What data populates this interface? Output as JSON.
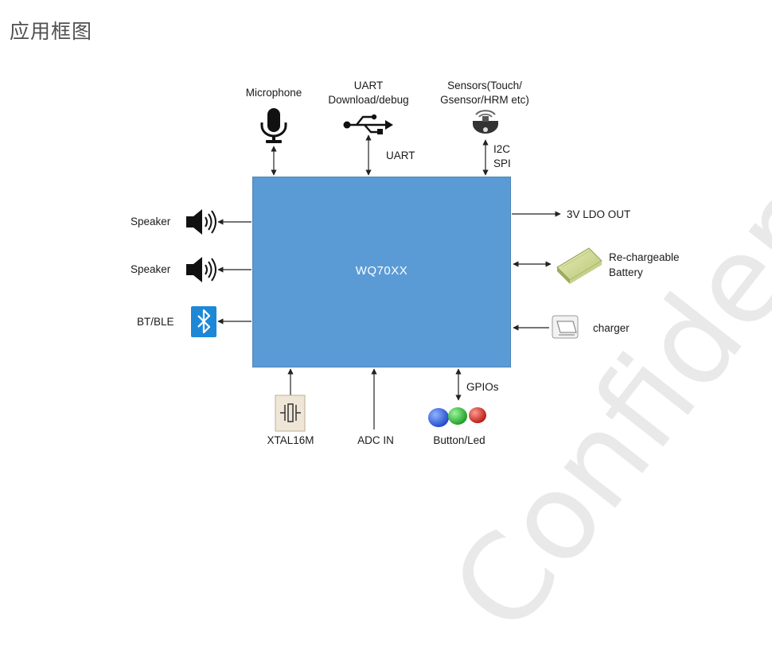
{
  "page_title": "应用框图",
  "chip": {
    "label": "WQ70XX",
    "color": "#5b9bd5"
  },
  "top": {
    "microphone": "Microphone",
    "uart_title_1": "UART",
    "uart_title_2": "Download/debug",
    "uart_link": "UART",
    "sensors_1": "Sensors(Touch/",
    "sensors_2": "Gsensor/HRM etc)",
    "bus_i2c": "I2C",
    "bus_spi": "SPI"
  },
  "left": {
    "speaker_1": "Speaker",
    "speaker_2": "Speaker",
    "bt": "BT/BLE"
  },
  "right": {
    "ldo": "3V LDO OUT",
    "battery_1": "Re-chargeable",
    "battery_2": "Battery",
    "charger": "charger"
  },
  "bottom": {
    "xtal": "XTAL16M",
    "adc": "ADC IN",
    "gpios": "GPIOs",
    "button_led": "Button/Led"
  },
  "watermark": "Confidential",
  "icons": {
    "microphone": "microphone-icon",
    "usb": "usb-icon",
    "sensor": "sensor-icon",
    "speaker": "speaker-icon",
    "bluetooth": "bluetooth-icon",
    "battery": "battery-icon",
    "charger": "charger-icon",
    "crystal": "crystal-icon",
    "leds": "led-buttons-icon"
  }
}
